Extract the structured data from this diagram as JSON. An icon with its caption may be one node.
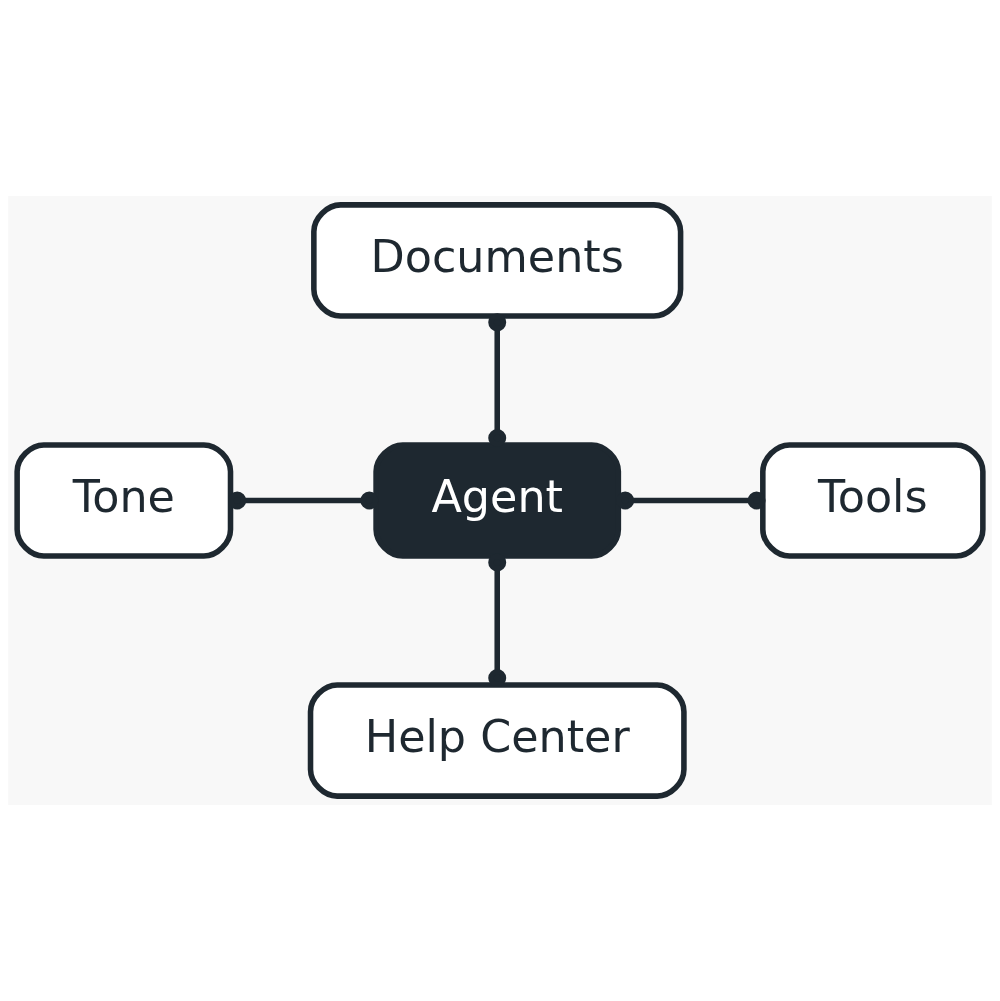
{
  "diagram": {
    "nodes": [
      {
        "text": [
          "Documents"
        ]
      },
      {
        "text": [
          "Tone"
        ]
      },
      {
        "text": [
          "Agent"
        ]
      },
      {
        "text": [
          "Tools"
        ]
      },
      {
        "text": [
          "Help Center"
        ]
      }
    ],
    "edges": [
      {
        "from": 0,
        "to": 2,
        "arrow": "other"
      },
      {
        "from": 1,
        "to": 2,
        "arrow": "other"
      },
      {
        "from": 2,
        "to": 3,
        "arrow": "other"
      },
      {
        "from": 2,
        "to": 4,
        "arrow": "other"
      }
    ]
  }
}
